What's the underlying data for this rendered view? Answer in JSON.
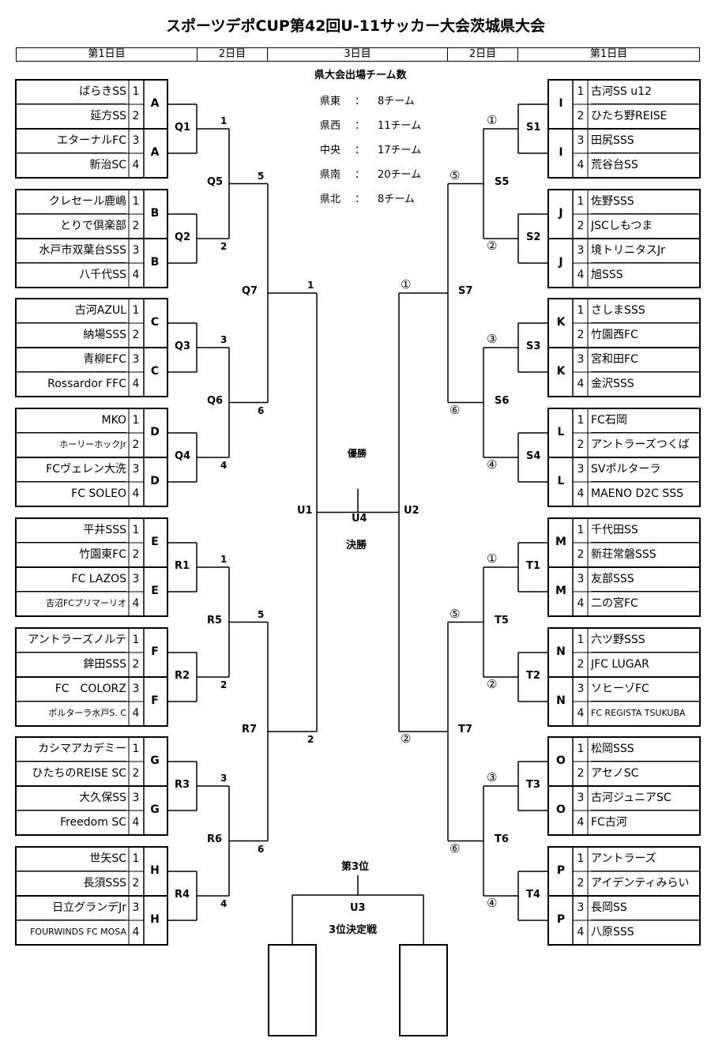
{
  "title": "スポーツデポCUP第42回U-11サッカー大会茨城県大会",
  "header": [
    "第1日目",
    "2日目",
    "3日目",
    "2日目",
    "第1日目"
  ],
  "team_counts": {
    "heading": "県大会出場チーム数",
    "rows": [
      {
        "region": "県東",
        "sep": "：",
        "count": "8チーム"
      },
      {
        "region": "県西",
        "sep": "：",
        "count": "11チーム"
      },
      {
        "region": "中央",
        "sep": "：",
        "count": "17チーム"
      },
      {
        "region": "県南",
        "sep": "：",
        "count": "20チーム"
      },
      {
        "region": "県北",
        "sep": "：",
        "count": "8チーム"
      }
    ]
  },
  "left_blocks": [
    {
      "teams": [
        "ばらきSS",
        "延方SS",
        "エターナルFC",
        "新治SC"
      ],
      "groups": [
        "A",
        "A"
      ],
      "match": "Q1"
    },
    {
      "teams": [
        "クレセール鹿嶋",
        "とりで倶楽部",
        "水戸市双葉台SSS",
        "八千代SS"
      ],
      "groups": [
        "B",
        "B"
      ],
      "match": "Q2"
    },
    {
      "teams": [
        "古河AZUL",
        "納場SSS",
        "青柳EFC",
        "Rossardor FFC"
      ],
      "groups": [
        "C",
        "C"
      ],
      "match": "Q3"
    },
    {
      "teams": [
        "MKO",
        "ホーリーホックJr",
        "FCヴェレン大洗",
        "FC SOLEO"
      ],
      "groups": [
        "D",
        "D"
      ],
      "match": "Q4"
    },
    {
      "teams": [
        "平井SSS",
        "竹園東FC",
        "FC LAZOS",
        "吉沼FCプリマーリオ"
      ],
      "groups": [
        "E",
        "E"
      ],
      "match": "R1"
    },
    {
      "teams": [
        "アントラーズノルテ",
        "鉾田SSS",
        "FC　COLORZ",
        "ポルターラ水戸S. C"
      ],
      "groups": [
        "F",
        "F"
      ],
      "match": "R2"
    },
    {
      "teams": [
        "カシマアカデミー",
        "ひたちのREISE SC",
        "大久保SS",
        "Freedom SC"
      ],
      "groups": [
        "G",
        "G"
      ],
      "match": "R3"
    },
    {
      "teams": [
        "世矢SC",
        "長須SSS",
        "日立グランデJr",
        "FOURWINDS FC MOSA"
      ],
      "groups": [
        "H",
        "H"
      ],
      "match": "R4"
    }
  ],
  "right_blocks": [
    {
      "teams": [
        "古河SS u12",
        "ひたち野REISE",
        "田尻SSS",
        "荒谷台SS"
      ],
      "groups": [
        "I",
        "I"
      ],
      "match": "S1"
    },
    {
      "teams": [
        "佐野SSS",
        "JSCしもつま",
        "境トリニタスJr",
        "旭SSS"
      ],
      "groups": [
        "J",
        "J"
      ],
      "match": "S2"
    },
    {
      "teams": [
        "さしまSSS",
        "竹園西FC",
        "宮和田FC",
        "金沢SSS"
      ],
      "groups": [
        "K",
        "K"
      ],
      "match": "S3"
    },
    {
      "teams": [
        "FC石岡",
        "アントラーズつくば",
        "SVポルターラ",
        "MAENO D2C SSS"
      ],
      "groups": [
        "L",
        "L"
      ],
      "match": "S4"
    },
    {
      "teams": [
        "千代田SS",
        "新荘常磐SSS",
        "友部SSS",
        "二の宮FC"
      ],
      "groups": [
        "M",
        "M"
      ],
      "match": "T1"
    },
    {
      "teams": [
        "六ツ野SSS",
        "JFC LUGAR",
        "ソヒーゾFC",
        "FC REGISTA TSUKUBA"
      ],
      "groups": [
        "N",
        "N"
      ],
      "match": "T2"
    },
    {
      "teams": [
        "松岡SSS",
        "アセノSC",
        "古河ジュニアSC",
        "FC古河"
      ],
      "groups": [
        "O",
        "O"
      ],
      "match": "T3"
    },
    {
      "teams": [
        "アントラーズ",
        "アイデンティみらい",
        "長岡SS",
        "八原SSS"
      ],
      "groups": [
        "P",
        "P"
      ],
      "match": "T4"
    }
  ],
  "seeds": [
    "1",
    "2",
    "3",
    "4"
  ],
  "left_rounds": {
    "r2": [
      "Q5",
      "Q6",
      "R5",
      "R6"
    ],
    "r3": [
      "Q7",
      "R7"
    ],
    "final_side": "U1",
    "slot_a": [
      "1",
      "2",
      "3",
      "4",
      "1",
      "2",
      "3",
      "4"
    ],
    "slot_b": [
      "5",
      "6",
      "5",
      "6"
    ],
    "slot_c": [
      "1",
      "2"
    ]
  },
  "right_rounds": {
    "r2": [
      "S5",
      "S6",
      "T5",
      "T6"
    ],
    "r3": [
      "S7",
      "T7"
    ],
    "final_side": "U2",
    "slot_a": [
      "①",
      "②",
      "③",
      "④",
      "①",
      "②",
      "③",
      "④"
    ],
    "slot_b": [
      "⑤",
      "⑥",
      "⑤",
      "⑥"
    ],
    "slot_c": [
      "①",
      "②"
    ]
  },
  "final": {
    "winner": "優勝",
    "code": "U4",
    "label": "決勝"
  },
  "third": {
    "title": "第3位",
    "code": "U3",
    "label": "3位決定戦"
  }
}
